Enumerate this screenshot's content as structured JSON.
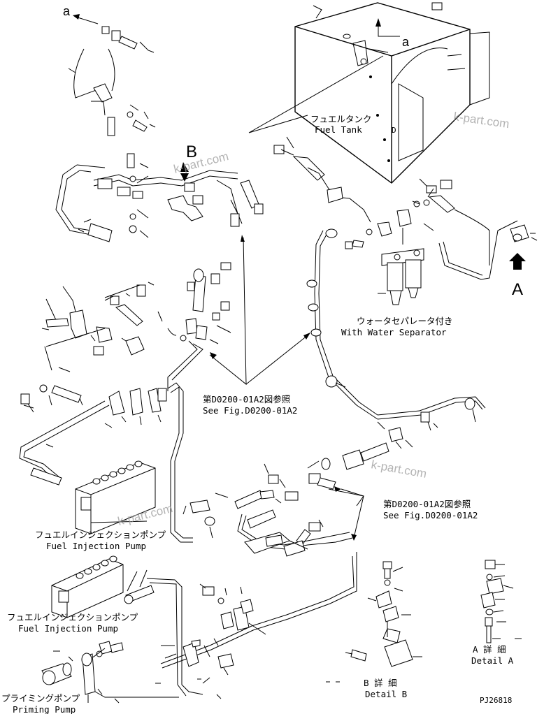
{
  "refs": {
    "a_top_left": "a",
    "a_tank": "a",
    "B": "B",
    "A": "A"
  },
  "labels": {
    "fuel_tank_jp": "フュエルタンク",
    "fuel_tank_en": "Fuel Tank",
    "tank_mark": "D",
    "water_sep_jp": "ウォータセパレータ付き",
    "water_sep_en": "With Water Separator",
    "see_fig1_jp": "第D0200-01A2図参照",
    "see_fig1_en": "See Fig.D0200-01A2",
    "see_fig2_jp": "第D0200-01A2図参照",
    "see_fig2_en": "See Fig.D0200-01A2",
    "fip1_jp": "フュエルインジェクションポンプ",
    "fip1_en": "Fuel Injection Pump",
    "fip2_jp": "フュエルインジェクションポンプ",
    "fip2_en": "Fuel Injection Pump",
    "priming_jp": "プライミングポンプ",
    "priming_en": "Priming Pump",
    "detailB_jp": "B 詳 細",
    "detailB_en": "Detail B",
    "detailA_jp": "A 詳 細",
    "detailA_en": "Detail A",
    "code": "PJ26818"
  },
  "watermarks": {
    "wm1": "k-part.com",
    "wm2": "k-part.com",
    "wm3": "k-part.com",
    "wm4": "k-part.com"
  },
  "colors": {
    "line": "#000000",
    "background": "#ffffff",
    "watermark": "#9a9a9a"
  }
}
